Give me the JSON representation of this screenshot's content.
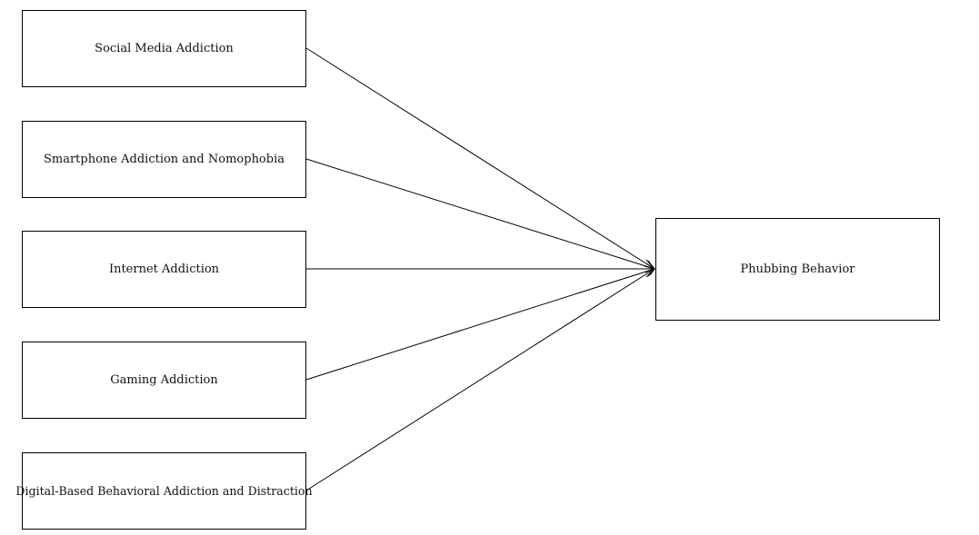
{
  "diagram": {
    "sources": [
      {
        "label": "Social Media Addiction"
      },
      {
        "label": "Smartphone Addiction and Nomophobia"
      },
      {
        "label": "Internet Addiction"
      },
      {
        "label": "Gaming Addiction"
      },
      {
        "label": "Digital-Based Behavioral Addiction and Distraction"
      }
    ],
    "target": {
      "label": "Phubbing Behavior"
    },
    "edges": [
      {
        "from": "Social Media Addiction",
        "to": "Phubbing Behavior"
      },
      {
        "from": "Smartphone Addiction and Nomophobia",
        "to": "Phubbing Behavior"
      },
      {
        "from": "Internet Addiction",
        "to": "Phubbing Behavior"
      },
      {
        "from": "Gaming Addiction",
        "to": "Phubbing Behavior"
      },
      {
        "from": "Digital-Based Behavioral Addiction and Distraction",
        "to": "Phubbing Behavior"
      }
    ],
    "colors": {
      "line": "#000000",
      "box_border": "#000000",
      "background": "#ffffff"
    }
  }
}
